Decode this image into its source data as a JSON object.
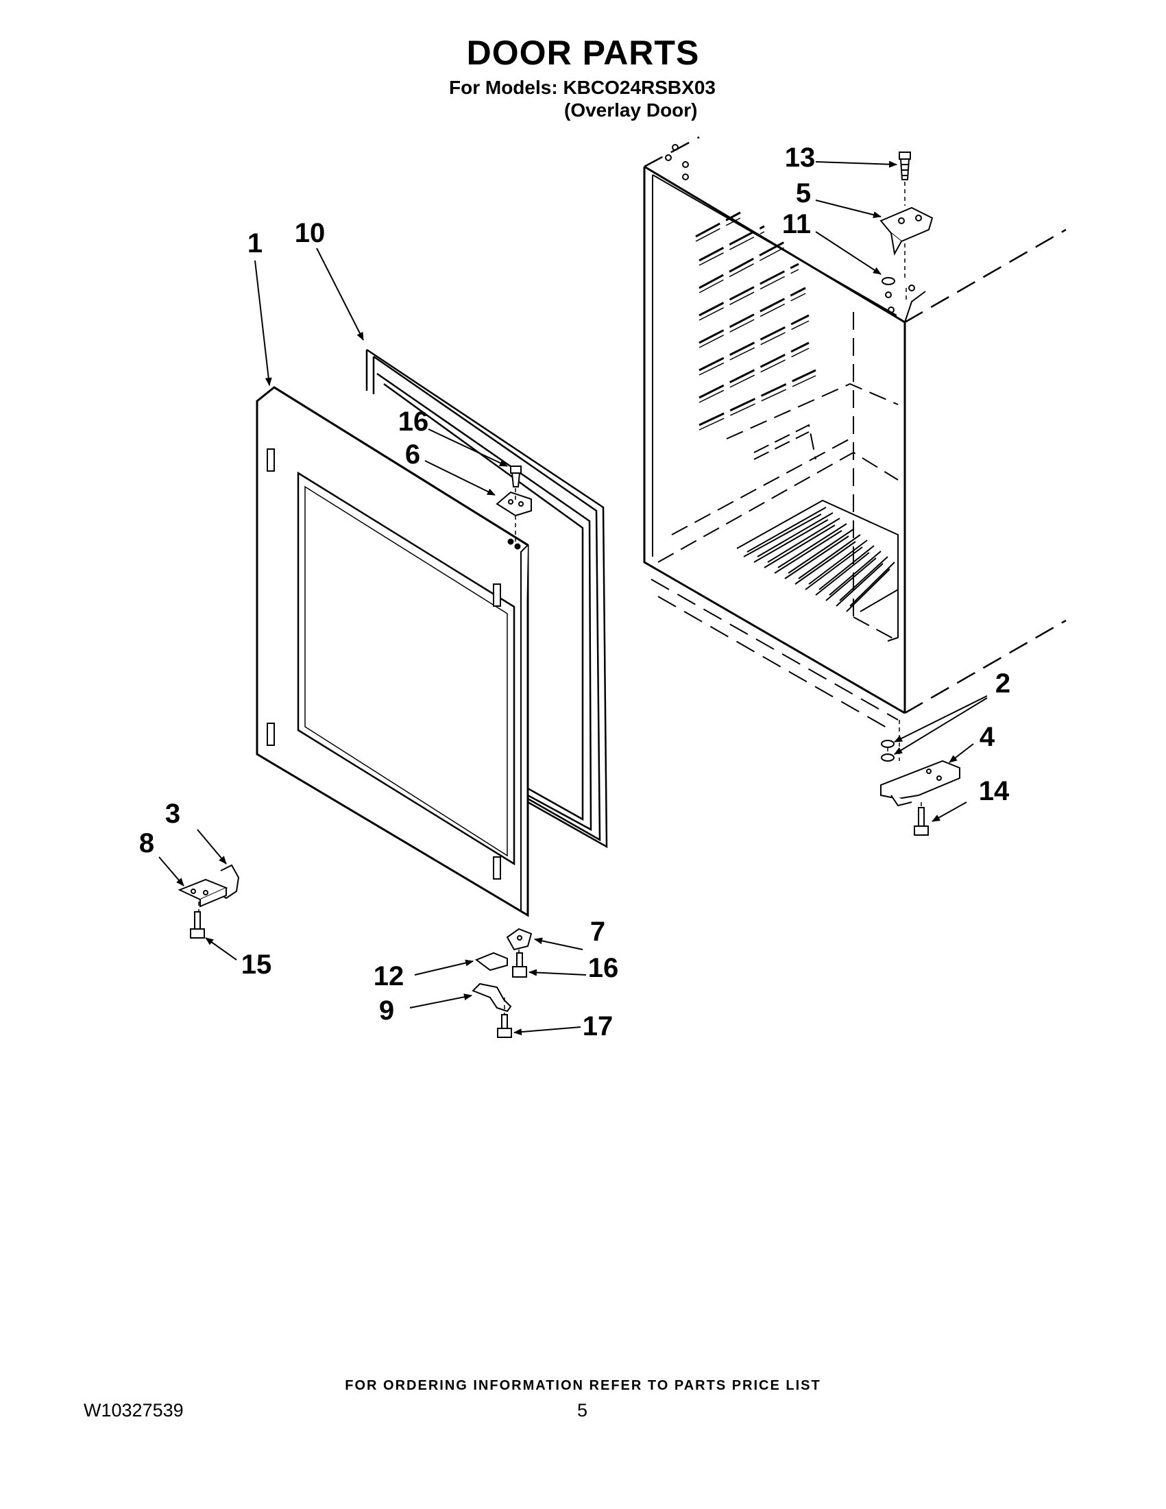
{
  "header": {
    "title": "DOOR PARTS",
    "models_line": "For Models: KBCO24RSBX03",
    "variant_line": "(Overlay Door)"
  },
  "callouts": [
    {
      "id": "c1",
      "label": "1"
    },
    {
      "id": "c10",
      "label": "10"
    },
    {
      "id": "c16a",
      "label": "16"
    },
    {
      "id": "c6",
      "label": "6"
    },
    {
      "id": "c13",
      "label": "13"
    },
    {
      "id": "c5",
      "label": "5"
    },
    {
      "id": "c11",
      "label": "11"
    },
    {
      "id": "c2",
      "label": "2"
    },
    {
      "id": "c4",
      "label": "4"
    },
    {
      "id": "c14",
      "label": "14"
    },
    {
      "id": "c3",
      "label": "3"
    },
    {
      "id": "c8",
      "label": "8"
    },
    {
      "id": "c15",
      "label": "15"
    },
    {
      "id": "c7",
      "label": "7"
    },
    {
      "id": "c12",
      "label": "12"
    },
    {
      "id": "c16b",
      "label": "16"
    },
    {
      "id": "c9",
      "label": "9"
    },
    {
      "id": "c17",
      "label": "17"
    }
  ],
  "footer": {
    "ordering_note": "FOR ORDERING INFORMATION REFER TO PARTS PRICE LIST",
    "document_number": "W10327539",
    "page_number": "5"
  }
}
